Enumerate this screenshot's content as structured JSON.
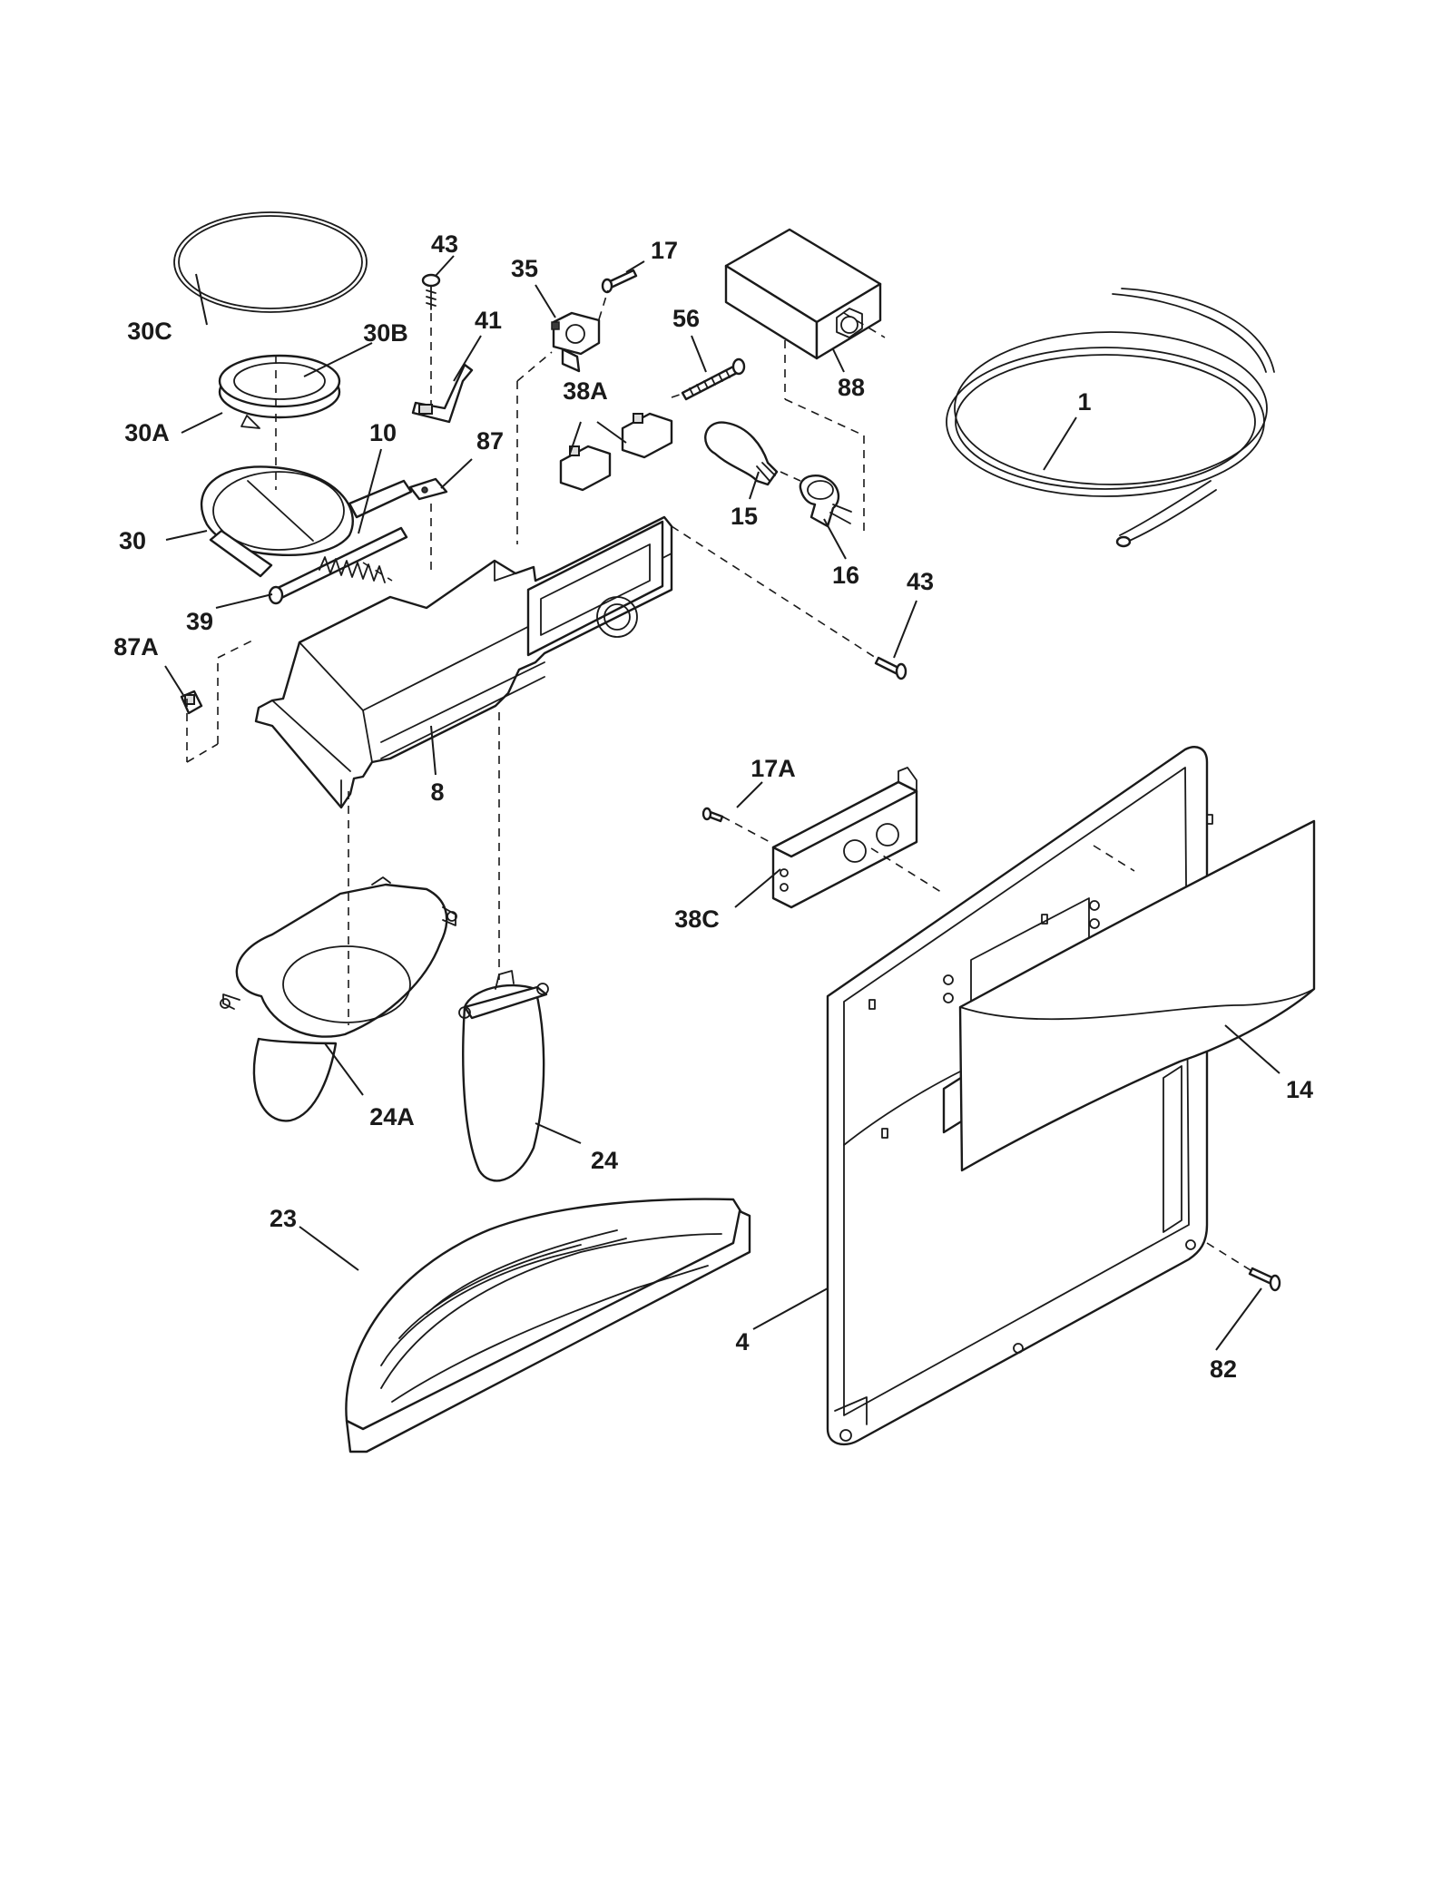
{
  "callouts": {
    "c_43_top": "43",
    "c_35": "35",
    "c_17": "17",
    "c_30C": "30C",
    "c_30B": "30B",
    "c_41": "41",
    "c_56": "56",
    "c_88": "88",
    "c_1": "1",
    "c_30A": "30A",
    "c_38A": "38A",
    "c_10": "10",
    "c_87": "87",
    "c_30": "30",
    "c_15": "15",
    "c_16": "16",
    "c_43_right": "43",
    "c_39": "39",
    "c_87A": "87A",
    "c_8": "8",
    "c_17A": "17A",
    "c_38C": "38C",
    "c_14": "14",
    "c_24A": "24A",
    "c_24": "24",
    "c_23": "23",
    "c_4": "4",
    "c_82": "82"
  }
}
